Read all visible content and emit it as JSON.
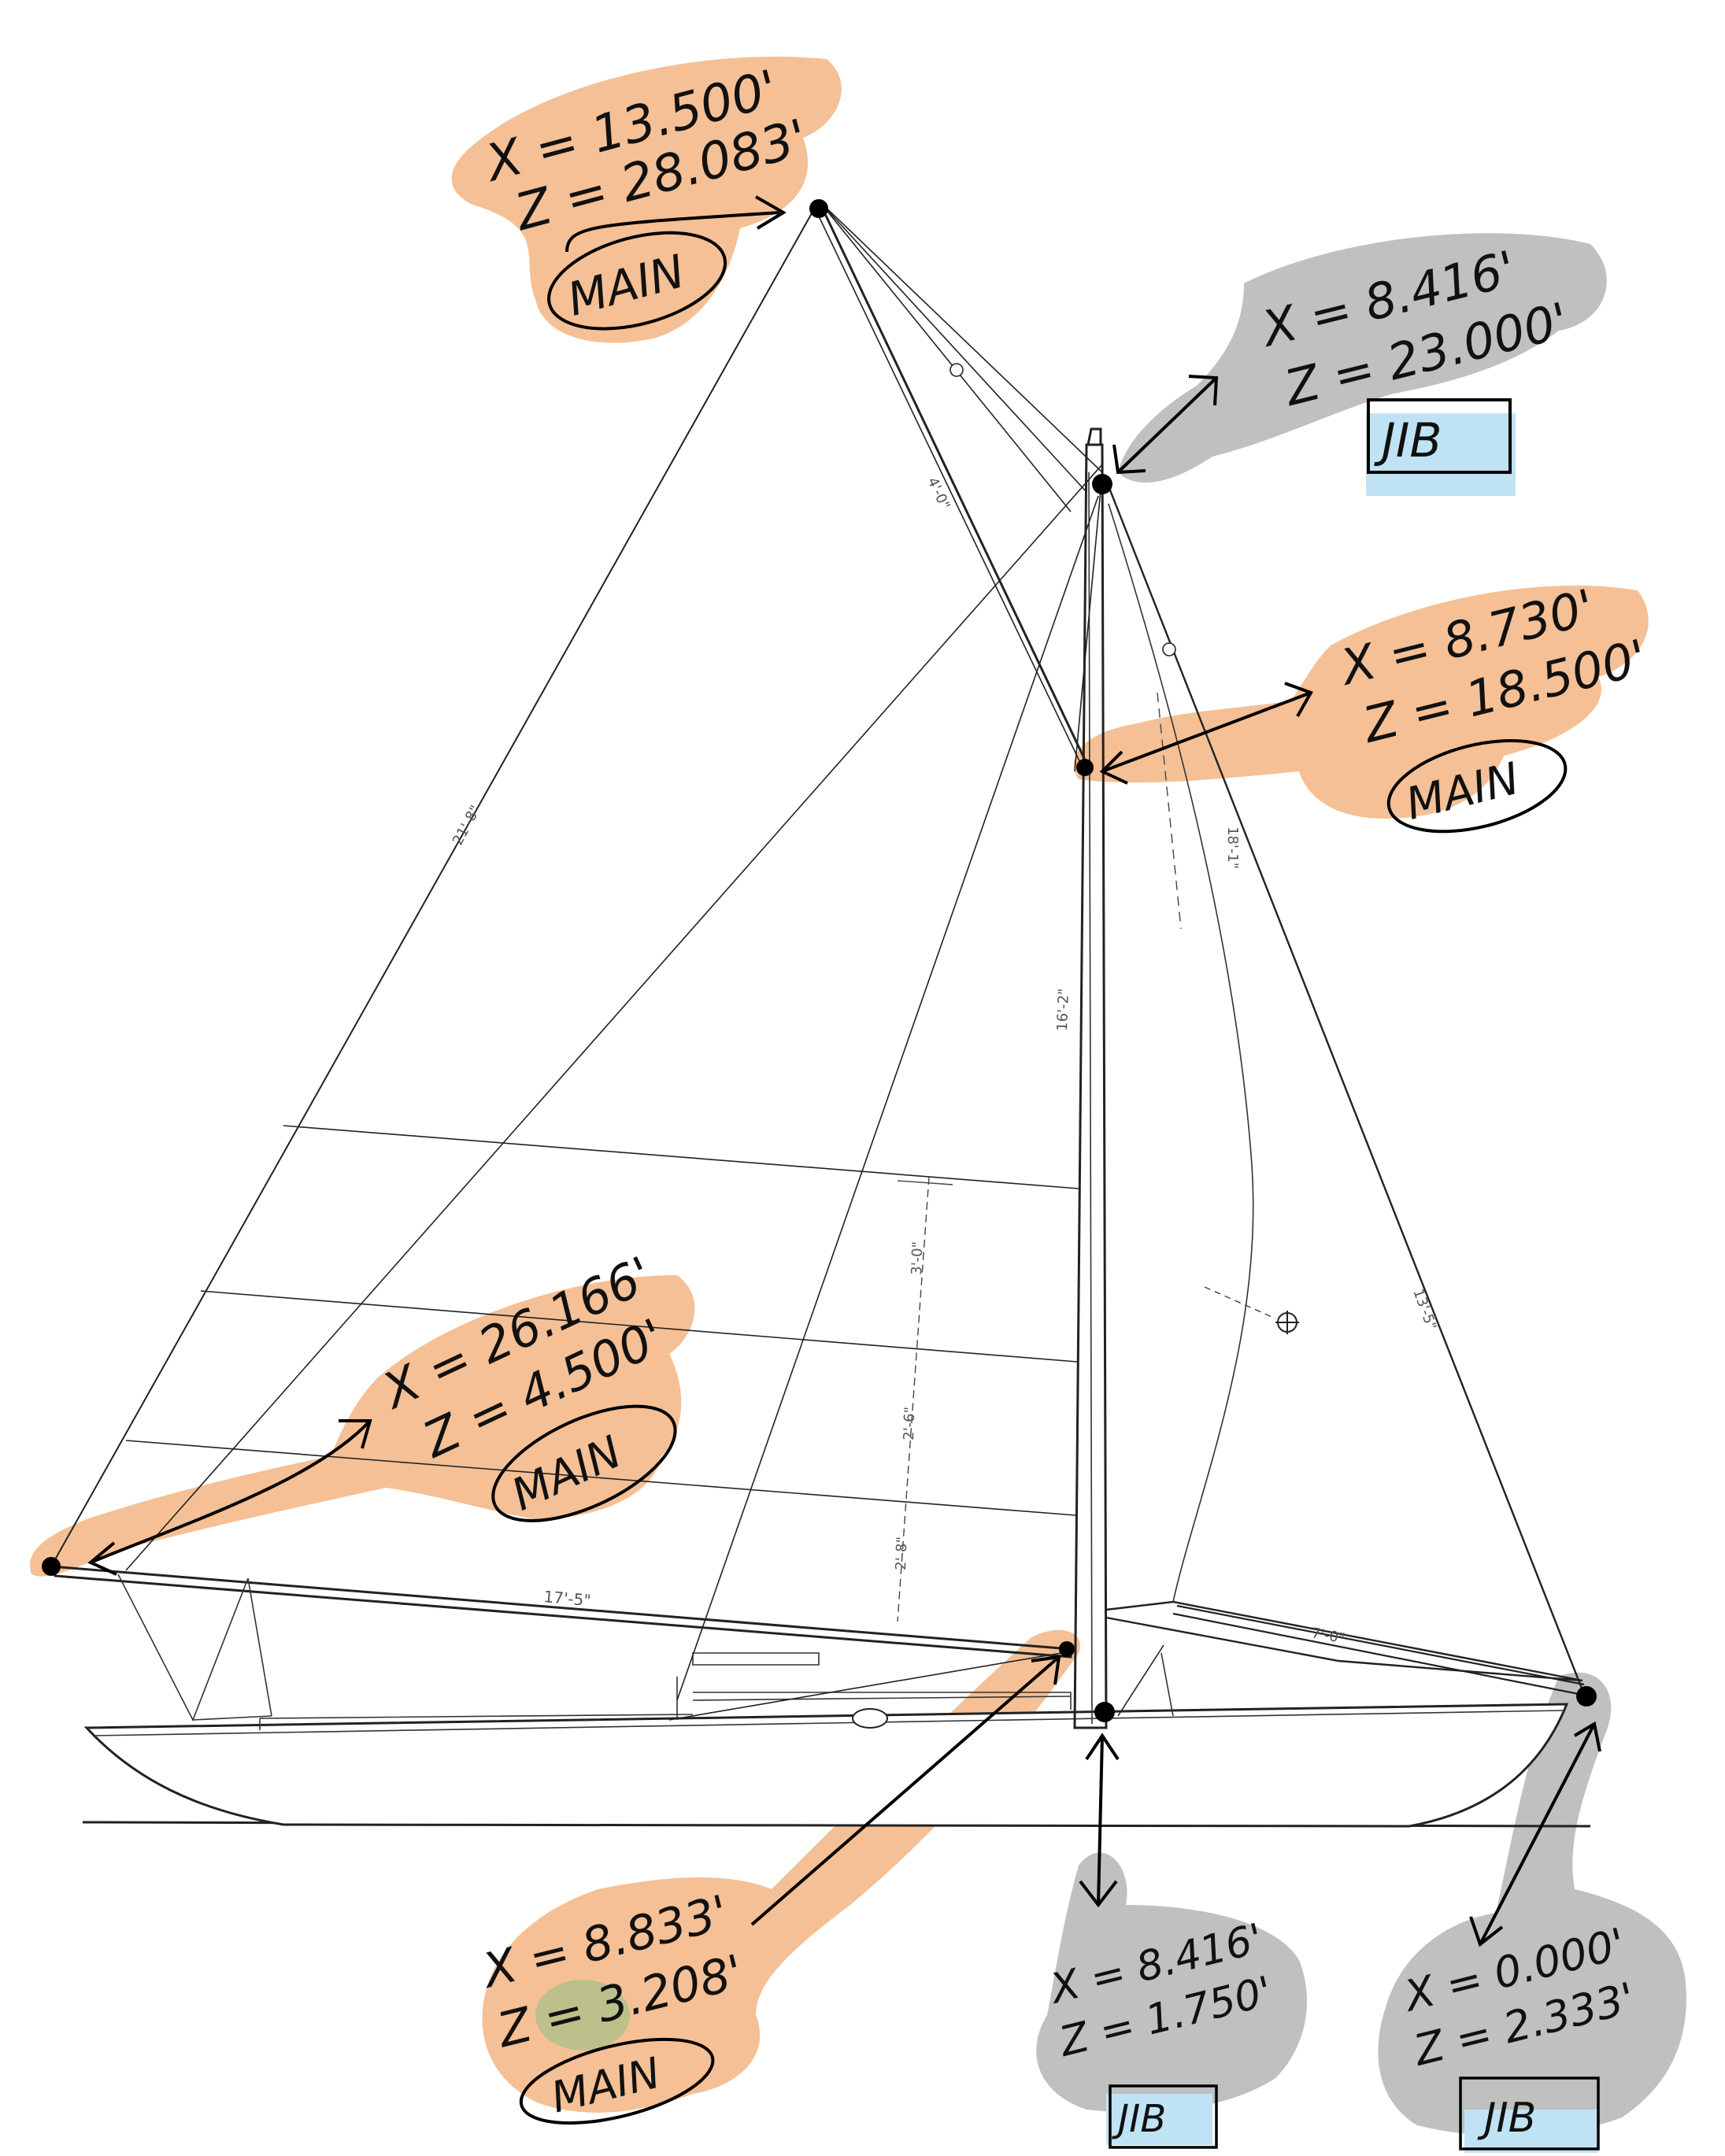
{
  "colors": {
    "main_highlight": "#f4b98a",
    "jib_highlight": "#b9b9b9",
    "jib_label_fill": "#bfe3f5",
    "green_smudge": "#b8c08a"
  },
  "dimensions": {
    "main_leech": "21'-8\"",
    "topmast": "4'-0\"",
    "luff_upper": "16'-2\"",
    "jib_luff": "18'-1\"",
    "mast_mid": "3'-0\"",
    "mast_low": "2'-6\"",
    "mast_lowest": "2'-8\"",
    "boom": "17'-5\"",
    "jib_foot": "7'-0\"",
    "forestay_lower": "13'-5\""
  },
  "points": [
    {
      "id": "main-peak",
      "x_label": "X = 13.500'",
      "z_label": "Z = 28.083'",
      "tag": "MAIN",
      "kind": "main"
    },
    {
      "id": "jib-head",
      "x_label": "X = 8.416'",
      "z_label": "Z = 23.000'",
      "tag": "JIB",
      "kind": "jib"
    },
    {
      "id": "main-throat",
      "x_label": "X = 8.730'",
      "z_label": "Z = 18.500'",
      "tag": "MAIN",
      "kind": "main"
    },
    {
      "id": "main-clew",
      "x_label": "X = 26.166'",
      "z_label": "Z = 4.500'",
      "tag": "MAIN",
      "kind": "main"
    },
    {
      "id": "main-tack",
      "x_label": "X = 8.833'",
      "z_label": "Z = 3.208'",
      "tag": "MAIN",
      "kind": "main"
    },
    {
      "id": "jib-tack",
      "x_label": "X = 8.416'",
      "z_label": "Z = 1.750'",
      "tag": "JIB",
      "kind": "jib"
    },
    {
      "id": "jib-clew",
      "x_label": "X = 0.000'",
      "z_label": "Z = 2.333'",
      "tag": "JIB",
      "kind": "jib"
    }
  ]
}
